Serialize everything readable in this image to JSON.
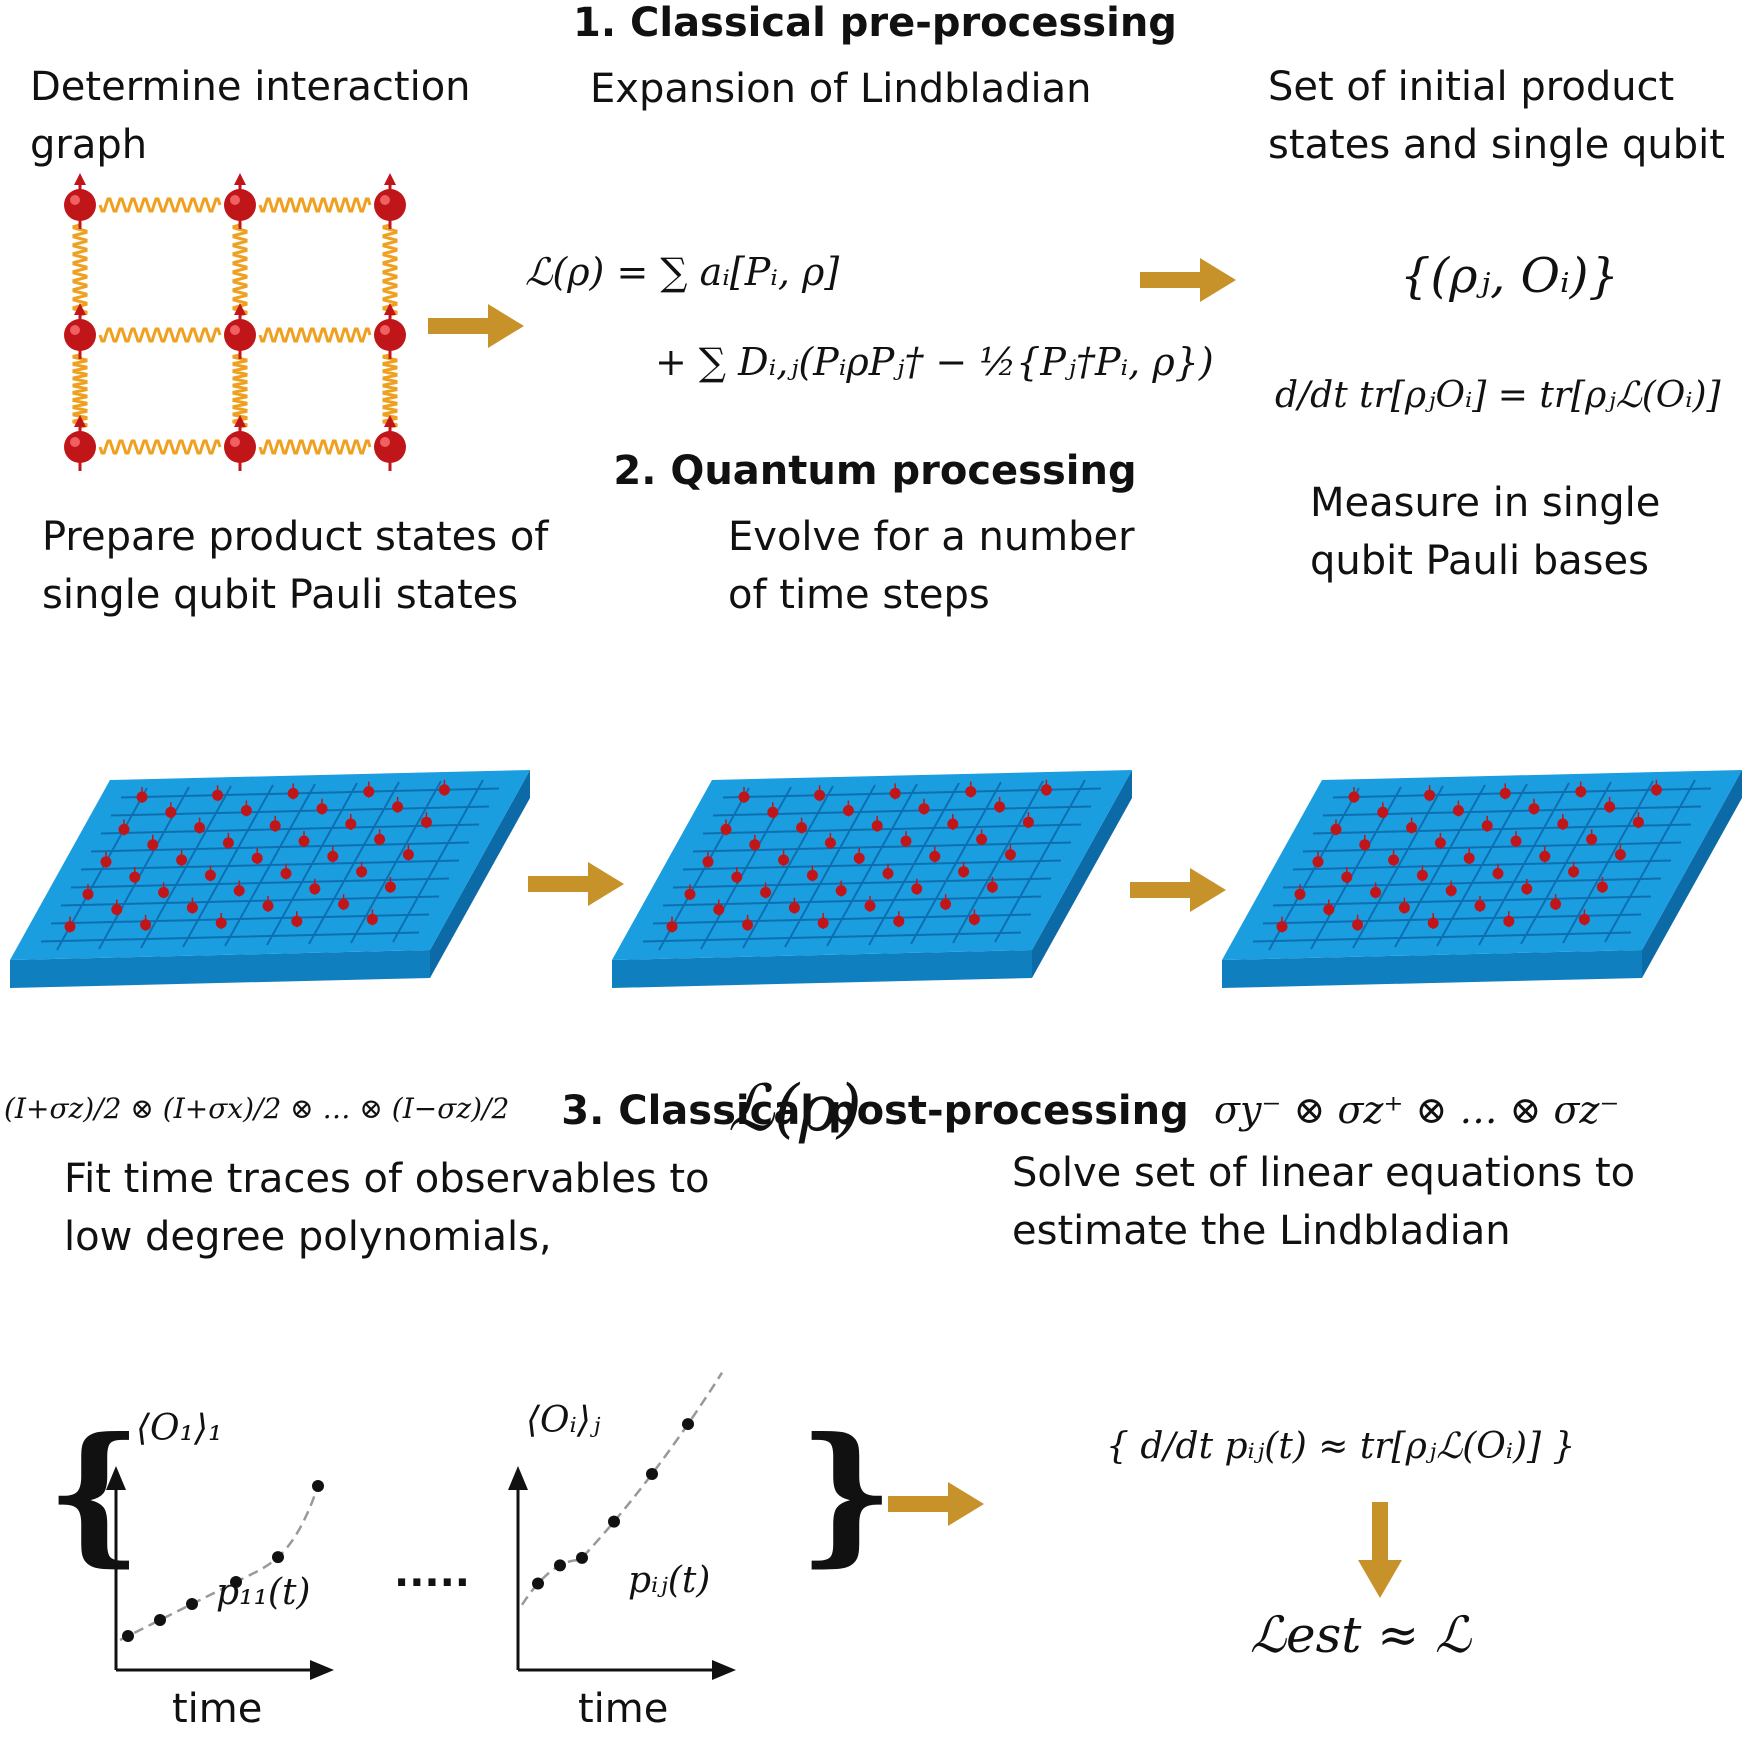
{
  "sections": {
    "s1": "1. Classical pre-processing",
    "s2": "2. Quantum processing",
    "s3": "3. Classical post-processing"
  },
  "captions": {
    "c1": "Determine interaction graph",
    "c2": "Expansion of Lindbladian",
    "c3": "Set of initial product states and single qubit",
    "c4": "Prepare product states of single qubit Pauli states",
    "c5": "Evolve for a number of time steps",
    "c6": "Measure in single qubit Pauli bases",
    "c7": "Fit time traces of observables to low degree polynomials,",
    "c8": "Solve set of linear equations to estimate the Lindbladian"
  },
  "equations": {
    "lind_line1": "ℒ(ρ) = ∑ aᵢ[Pᵢ, ρ]",
    "lind_line2": "+ ∑ Dᵢ,ⱼ(PᵢρPⱼ† − ½{Pⱼ†Pᵢ, ρ})",
    "set": "{(ρⱼ, Oᵢ)}",
    "deriv": "d/dt tr[ρⱼOᵢ] = tr[ρⱼℒ(Oᵢ)]",
    "prep": "(I+σz)/2 ⊗ (I+σx)/2 ⊗ … ⊗ (I−σz)/2",
    "evolve": "ℒ(ρ)",
    "measure": "σy⁻ ⊗ σz⁺ ⊗ … ⊗ σz⁻",
    "solve": "{ d/dt pᵢⱼ(t) ≈ tr[ρⱼℒ(Oᵢ)] }",
    "result": "ℒest ≈ ℒ"
  },
  "plots": {
    "p1_ylabel": "⟨O₁⟩₁",
    "p1_curve": "p₁₁(t)",
    "p2_ylabel": "⟨Oᵢ⟩ⱼ",
    "p2_curve": "pᵢⱼ(t)",
    "xlabel": "time",
    "dots": "....."
  },
  "colors": {
    "chip": "#1a9ee0",
    "arrow": "#c8922a",
    "spin": "#c0161a",
    "spring": "#f0a020"
  }
}
